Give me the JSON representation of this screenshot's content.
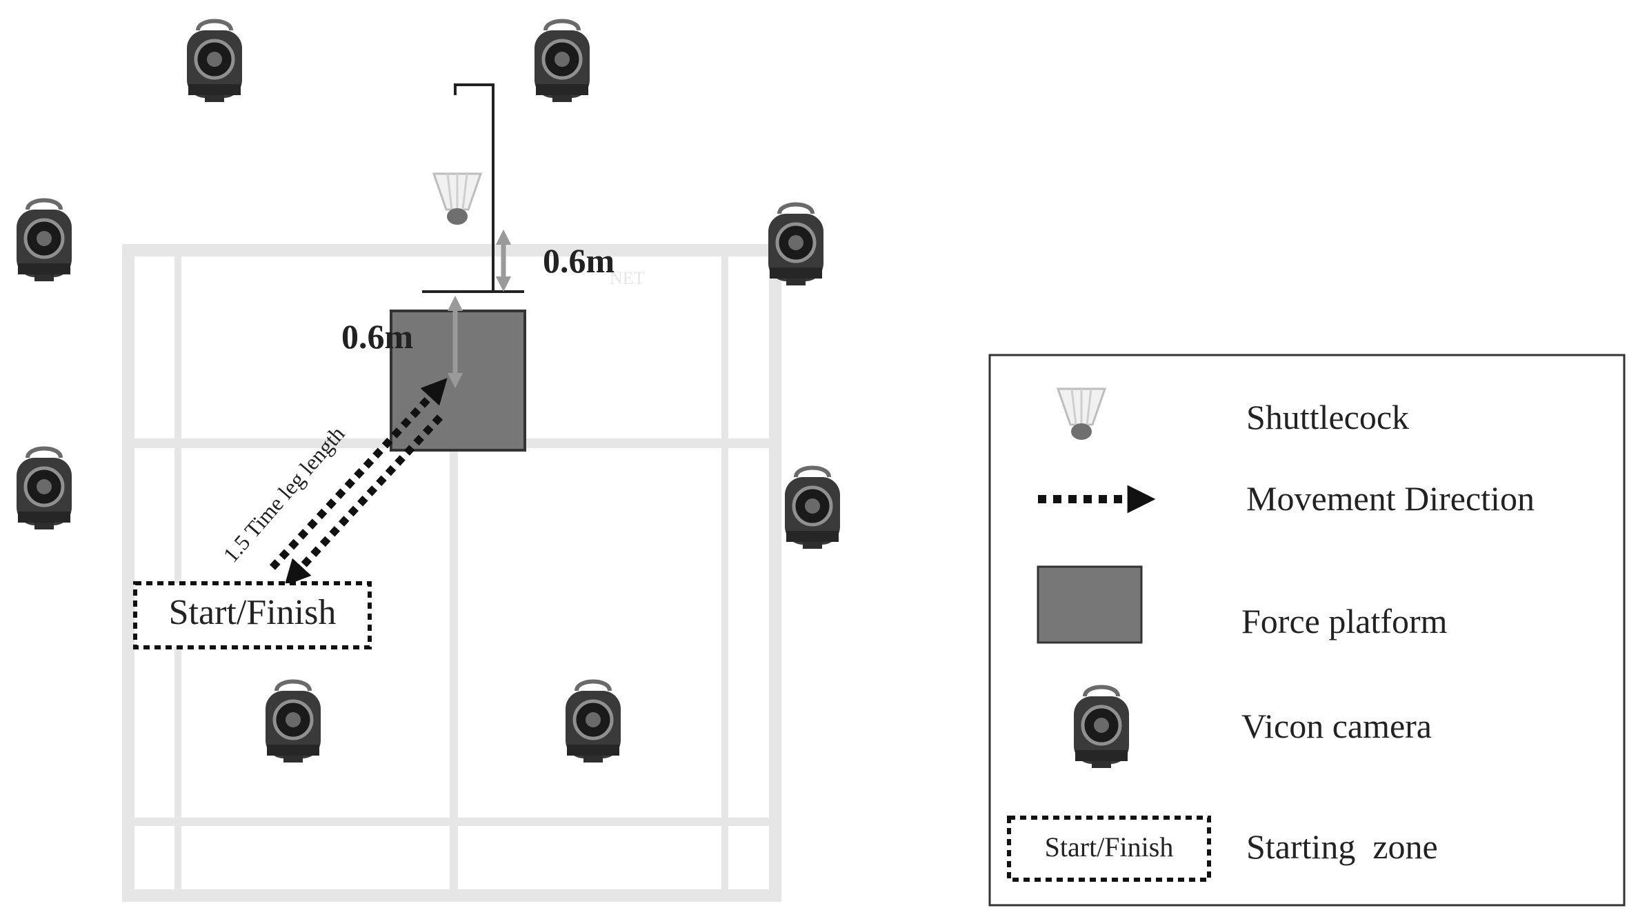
{
  "diagram": {
    "net_label": "NET",
    "height_label": "0.6m",
    "platform_label": "0.6m",
    "distance_label": "1.5 Time leg length",
    "start_zone_label": "Start/Finish"
  },
  "legend": {
    "items": [
      {
        "icon": "shuttlecock-icon",
        "label": "Shuttlecock"
      },
      {
        "icon": "dotted-arrow-icon",
        "label": "Movement Direction"
      },
      {
        "icon": "gray-square-icon",
        "label": "Force platform"
      },
      {
        "icon": "camera-icon",
        "label": "Vicon camera"
      },
      {
        "icon": "dotted-box-icon",
        "label": "Starting  zone"
      }
    ],
    "start_zone_sample": "Start/Finish"
  },
  "colors": {
    "court_lines": "#e6e6e6",
    "platform": "#777777",
    "camera_body": "#3a3a3a",
    "arrow": "#111111"
  }
}
